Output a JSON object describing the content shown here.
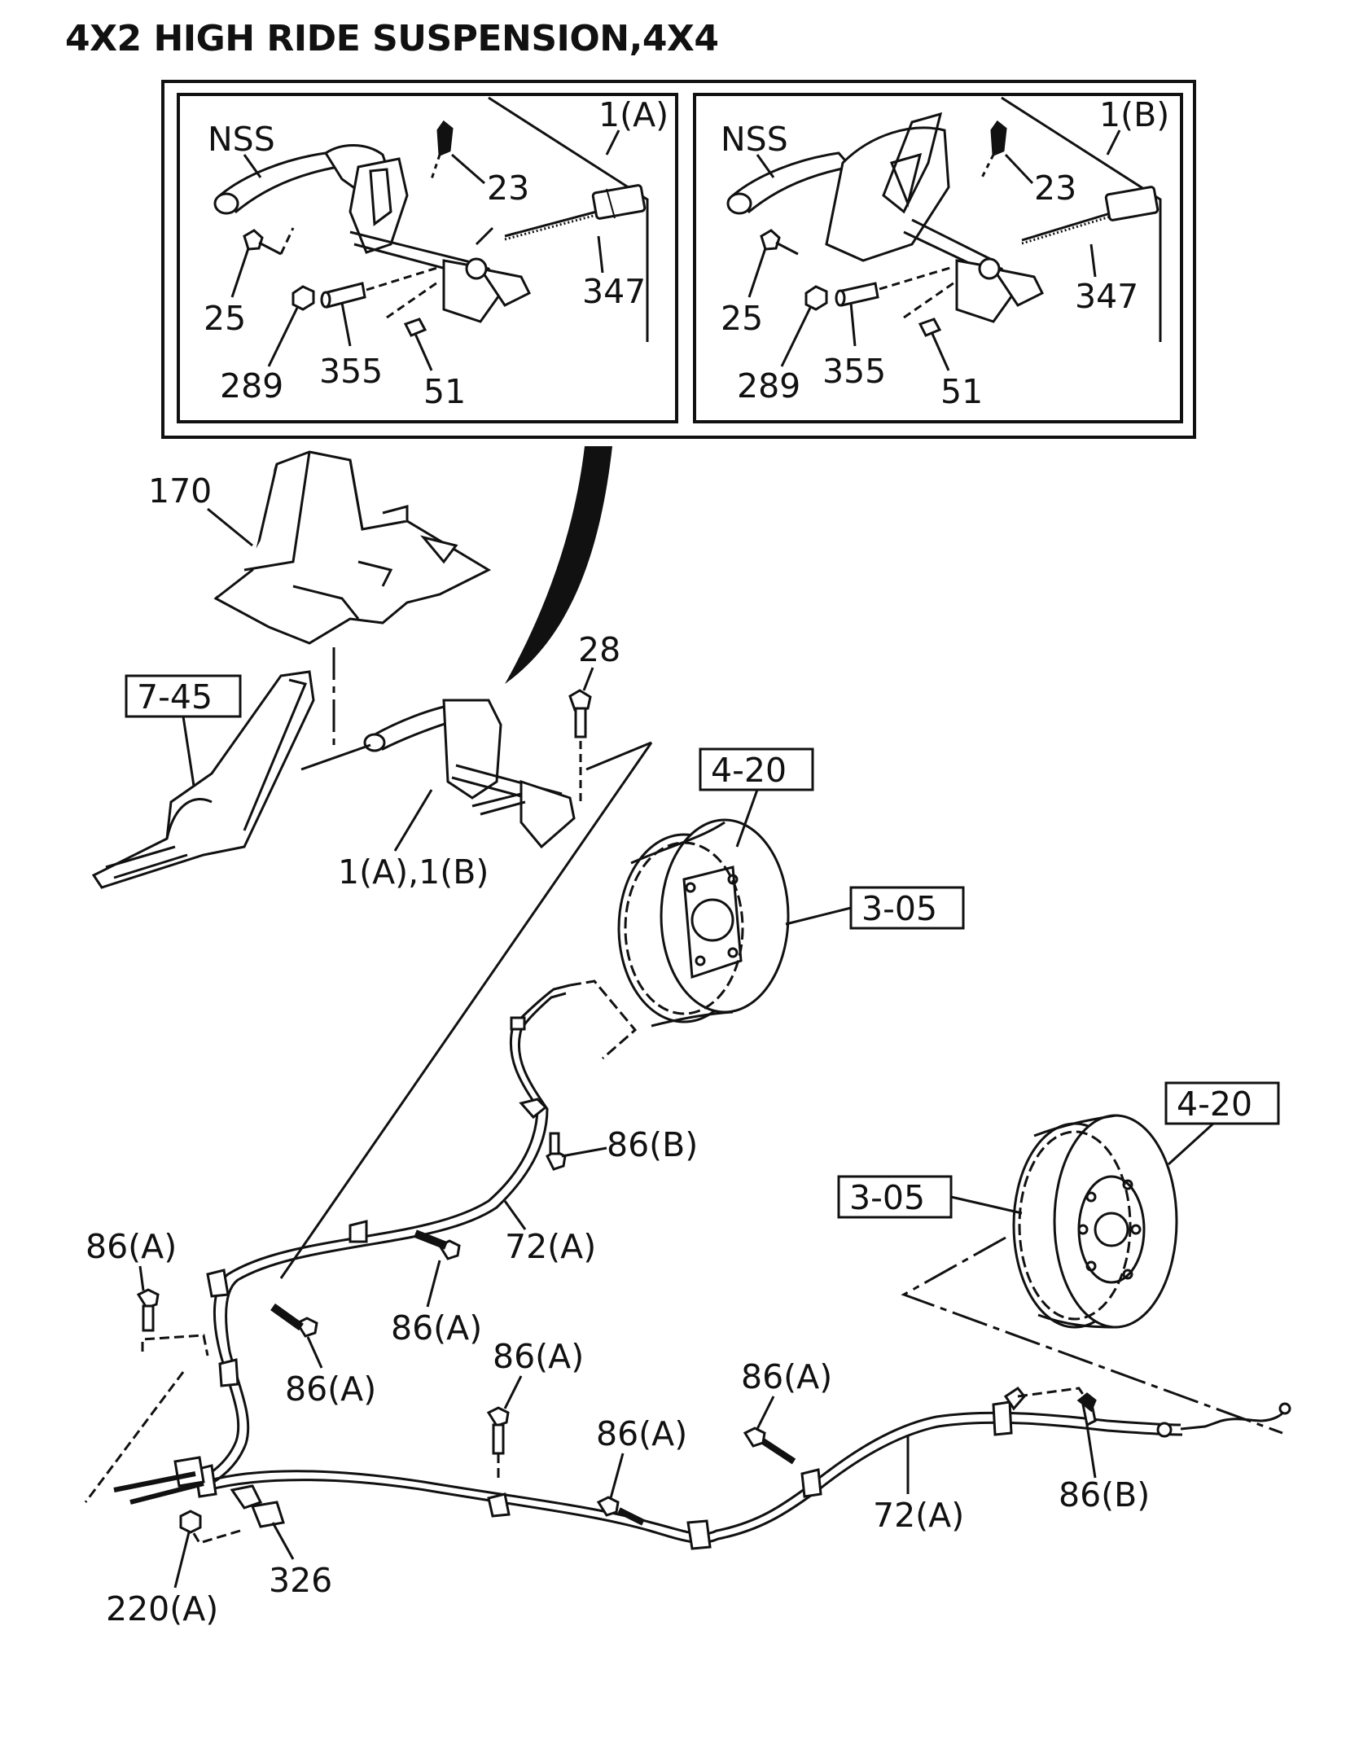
{
  "title": "4X2 HIGH RIDE SUSPENSION,4X4",
  "inset_a": {
    "variant": "1(A)",
    "labels": {
      "nss": "NSS",
      "p23": "23",
      "p25": "25",
      "p347": "347",
      "p289": "289",
      "p355": "355",
      "p51": "51"
    }
  },
  "inset_b": {
    "variant": "1(B)",
    "labels": {
      "nss": "NSS",
      "p23": "23",
      "p25": "25",
      "p347": "347",
      "p289": "289",
      "p355": "355",
      "p51": "51"
    }
  },
  "parts": {
    "p170": "170",
    "p28": "28",
    "p1ab": "1(A),1(B)",
    "p86b_upper": "86(B)",
    "p72a_upper": "72(A)",
    "p86a_left": "86(A)",
    "p86a_mid": "86(A)",
    "p86a_lower": "86(A)",
    "p86a_center": "86(A)",
    "p86a_right_top": "86(A)",
    "p86a_bottom_mid": "86(A)",
    "p72a_lower": "72(A)",
    "p86b_lower": "86(B)",
    "p220a": "220(A)",
    "p326": "326"
  },
  "refs": {
    "r745": "7-45",
    "r420_top": "4-20",
    "r305_top": "3-05",
    "r420_right": "4-20",
    "r305_right": "3-05"
  }
}
